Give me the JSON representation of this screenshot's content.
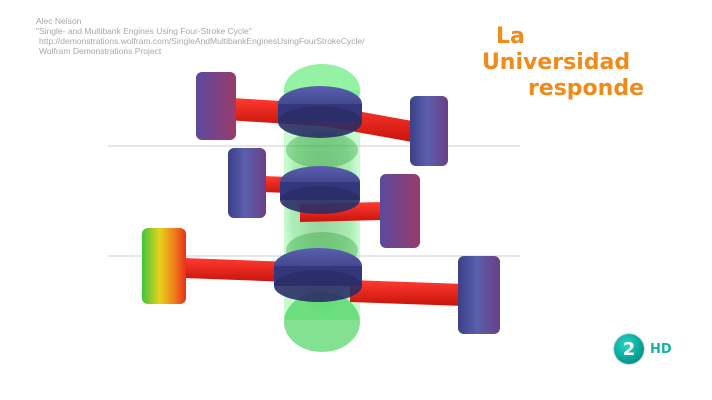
{
  "credits": {
    "author": "Alec Nelson",
    "title": "\"Single- and Multibank Engines Using Four-Stroke Cycle\"",
    "url": "http://demonstrations.wolfram.com/SingleAndMultibankEnginesUsingFourStrokeCycle/",
    "project": "Wolfram Demonstrations Project"
  },
  "channel": {
    "line1": "La",
    "line2": "Universidad",
    "line3": "responde"
  },
  "logo": {
    "number": "2",
    "badge": "HD"
  },
  "colors": {
    "rod": "#e8201c",
    "piston": "#4a4f9a",
    "crank_glow": "#33d64a",
    "title_orange": "#f08a18",
    "teal": "#12b3a6"
  }
}
